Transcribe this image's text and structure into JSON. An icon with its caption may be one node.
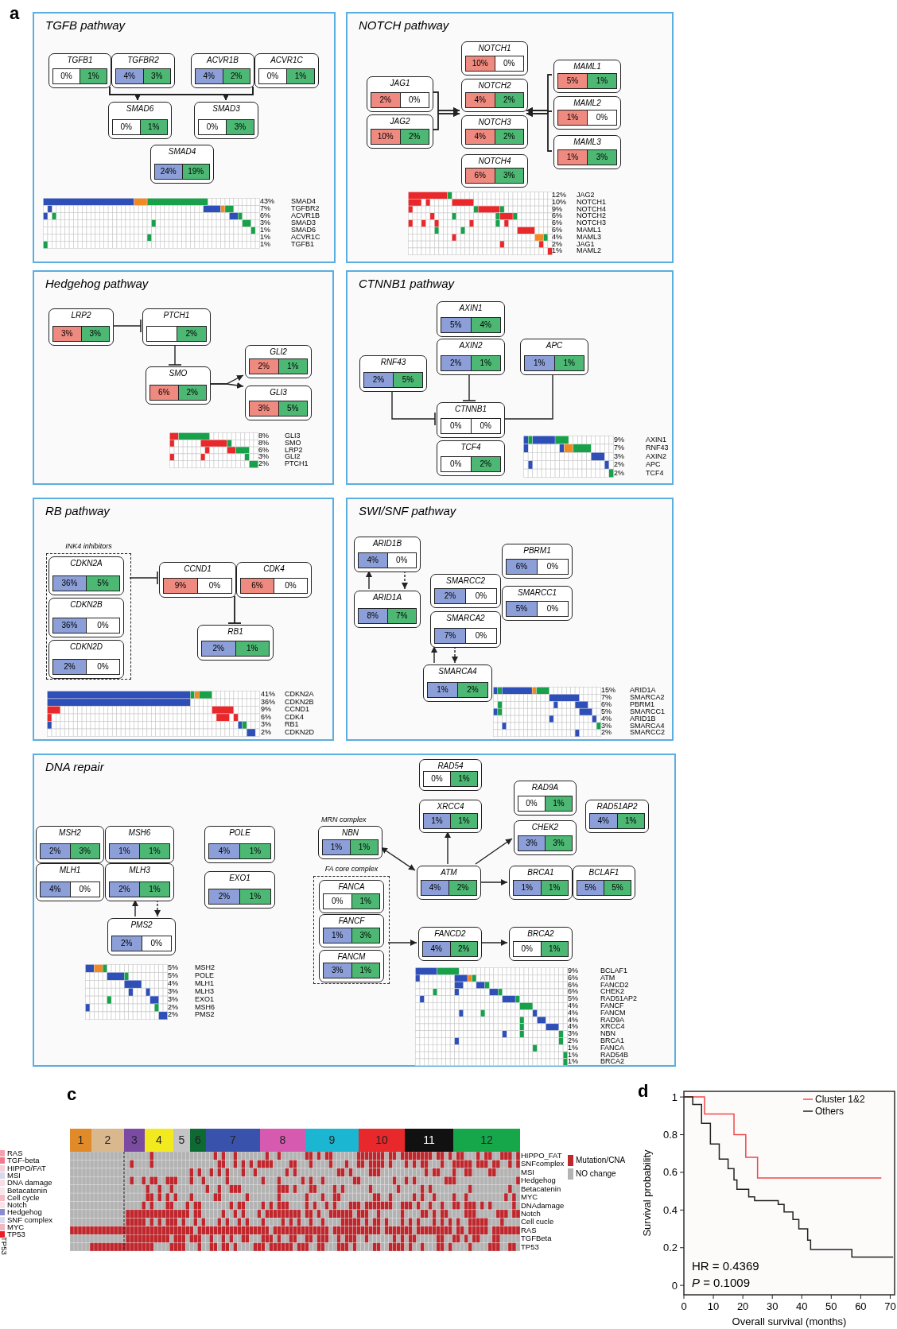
{
  "diagram": {
    "nodes": [
      {
        "text": [
          "TGFB pathway"
        ]
      },
      {
        "text": [
          "TGFB1",
          "0%",
          "1%"
        ],
        "in": 0
      },
      {
        "text": [
          "TGFBR2",
          "4%",
          "3%"
        ],
        "in": 0
      },
      {
        "text": [
          "ACVR1B",
          "4%",
          "2%"
        ],
        "in": 0
      },
      {
        "text": [
          "ACVR1C",
          "0%",
          "1%"
        ],
        "in": 0
      },
      {
        "text": [
          "SMAD6",
          "0%",
          "1%"
        ],
        "in": 0
      },
      {
        "text": [
          "SMAD3",
          "0%",
          "3%"
        ],
        "in": 0
      },
      {
        "text": [
          "SMAD4",
          "24%",
          "19%"
        ],
        "in": 0
      },
      {
        "text": [
          "NOTCH pathway"
        ]
      },
      {
        "text": [
          "NOTCH1",
          "10%",
          "0%"
        ],
        "in": 8
      },
      {
        "text": [
          "MAML1",
          "5%",
          "1%"
        ],
        "in": 8
      },
      {
        "text": [
          "JAG1",
          "2%",
          "0%"
        ],
        "in": 8
      },
      {
        "text": [
          "NOTCH2",
          "4%",
          "2%"
        ],
        "in": 8
      },
      {
        "text": [
          "MAML2",
          "1%",
          "0%"
        ],
        "in": 8
      },
      {
        "text": [
          "JAG2",
          "10%",
          "2%"
        ],
        "in": 8
      },
      {
        "text": [
          "NOTCH3",
          "4%",
          "2%"
        ],
        "in": 8
      },
      {
        "text": [
          "MAML3",
          "1%",
          "3%"
        ],
        "in": 8
      },
      {
        "text": [
          "NOTCH4",
          "6%",
          "3%"
        ],
        "in": 8
      },
      {
        "text": [
          "Hedgehog pathway"
        ]
      },
      {
        "text": [
          "LRP2",
          "3%",
          "3%"
        ],
        "in": 18
      },
      {
        "text": [
          "PTCH1",
          "2%"
        ],
        "in": 18
      },
      {
        "text": [
          "GLI2",
          "2%",
          "1%"
        ],
        "in": 18
      },
      {
        "text": [
          "SMO",
          "6%",
          "2%"
        ],
        "in": 18
      },
      {
        "text": [
          "GLI3",
          "3%",
          "5%"
        ],
        "in": 18
      },
      {
        "text": [
          "CTNNB1 pathway"
        ]
      },
      {
        "text": [
          "AXIN1",
          "5%",
          "4%"
        ],
        "in": 24
      },
      {
        "text": [
          "AXIN2",
          "2%",
          "1%"
        ],
        "in": 24
      },
      {
        "text": [
          "APC",
          "1%",
          "1%"
        ],
        "in": 24
      },
      {
        "text": [
          "RNF43",
          "2%",
          "5%"
        ],
        "in": 24
      },
      {
        "text": [
          "CTNNB1",
          "0%",
          "0%"
        ],
        "in": 24
      },
      {
        "text": [
          "TCF4",
          "0%",
          "2%"
        ],
        "in": 24
      },
      {
        "text": [
          "RB pathway"
        ]
      },
      {
        "text": [
          "INK4 inhibitors"
        ],
        "in": 31
      },
      {
        "text": [
          "CDKN2A",
          "36%",
          "5%"
        ],
        "in": 32
      },
      {
        "text": [
          "CCND1",
          "9%",
          "0%"
        ],
        "in": 31
      },
      {
        "text": [
          "CDK4",
          "6%",
          "0%"
        ],
        "in": 31
      },
      {
        "text": [
          "CDKN2B",
          "36%",
          "0%"
        ],
        "in": 32
      },
      {
        "text": [
          "RB1",
          "2%",
          "1%"
        ],
        "in": 31
      },
      {
        "text": [
          "CDKN2D",
          "2%",
          "0%"
        ],
        "in": 32
      },
      {
        "text": [
          "SWI/SNF pathway"
        ]
      },
      {
        "text": [
          "ARID1B",
          "4%",
          "0%"
        ],
        "in": 39
      },
      {
        "text": [
          "PBRM1",
          "6%",
          "0%"
        ],
        "in": 39
      },
      {
        "text": [
          "SMARCC2",
          "2%",
          "0%"
        ],
        "in": 39
      },
      {
        "text": [
          "ARID1A",
          "8%",
          "7%"
        ],
        "in": 39
      },
      {
        "text": [
          "SMARCC1",
          "5%",
          "0%"
        ],
        "in": 39
      },
      {
        "text": [
          "SMARCA2",
          "7%",
          "0%"
        ],
        "in": 39
      },
      {
        "text": [
          "SMARCA4",
          "1%",
          "2%"
        ],
        "in": 39
      },
      {
        "text": [
          "DNA repair"
        ]
      },
      {
        "text": [
          "RAD54",
          "0%",
          "1%"
        ],
        "in": 47
      },
      {
        "text": [
          "RAD9A",
          "0%",
          "1%"
        ],
        "in": 47
      },
      {
        "text": [
          "XRCC4",
          "1%",
          "1%"
        ],
        "in": 47
      },
      {
        "text": [
          "RAD51AP2",
          "4%",
          "1%"
        ],
        "in": 47
      },
      {
        "text": [
          "NBN",
          "1%",
          "1%"
        ],
        "in": 47,
        "beside": [
          "MRN complex"
        ]
      },
      {
        "text": [
          "CHEK2",
          "3%",
          "3%"
        ],
        "in": 47
      },
      {
        "text": [
          "MSH2",
          "2%",
          "3%"
        ],
        "in": 47
      },
      {
        "text": [
          "MSH6",
          "1%",
          "1%"
        ],
        "in": 47
      },
      {
        "text": [
          "POLE",
          "4%",
          "1%"
        ],
        "in": 47
      },
      {
        "text": [
          "FA core complex"
        ],
        "in": 47
      },
      {
        "text": [
          "MLH1",
          "4%",
          "0%"
        ],
        "in": 47
      },
      {
        "text": [
          "MLH3",
          "2%",
          "1%"
        ],
        "in": 47
      },
      {
        "text": [
          "EXO1",
          "2%",
          "1%"
        ],
        "in": 47
      },
      {
        "text": [
          "ATM",
          "4%",
          "2%"
        ],
        "in": 47
      },
      {
        "text": [
          "BRCA1",
          "1%",
          "1%"
        ],
        "in": 47
      },
      {
        "text": [
          "BCLAF1",
          "5%",
          "5%"
        ],
        "in": 47
      },
      {
        "text": [
          "FANCA",
          "0%",
          "1%"
        ],
        "in": 57
      },
      {
        "text": [
          "FANCF",
          "1%",
          "3%"
        ],
        "in": 57
      },
      {
        "text": [
          "PMS2",
          "2%",
          "0%"
        ],
        "in": 47
      },
      {
        "text": [
          "FANCD2",
          "4%",
          "2%"
        ],
        "in": 47
      },
      {
        "text": [
          "BRCA2",
          "0%",
          "1%"
        ],
        "in": 47
      },
      {
        "text": [
          "FANCM",
          "3%",
          "1%"
        ],
        "in": 57
      }
    ],
    "edges": [
      {
        "from": 1,
        "to": 5,
        "arrow": "to"
      },
      {
        "from": 1,
        "to": 6,
        "arrow": "to"
      },
      {
        "from": 2,
        "to": 5,
        "arrow": "to"
      },
      {
        "from": 2,
        "to": 6,
        "arrow": "to"
      },
      {
        "from": 3,
        "to": 5,
        "arrow": "to"
      },
      {
        "from": 3,
        "to": 6,
        "arrow": "to"
      },
      {
        "from": 4,
        "to": 5,
        "arrow": "to"
      },
      {
        "from": 4,
        "to": 6,
        "arrow": "to"
      },
      {
        "from": 11,
        "to": 12,
        "arrow": "to"
      },
      {
        "from": 11,
        "to": 15,
        "arrow": "to"
      },
      {
        "from": 14,
        "to": 12,
        "arrow": "to"
      },
      {
        "from": 14,
        "to": 15,
        "arrow": "to"
      },
      {
        "from": 10,
        "to": 12,
        "arrow": "to"
      },
      {
        "from": 10,
        "to": 15,
        "arrow": "to"
      },
      {
        "from": 13,
        "to": 12,
        "arrow": "to"
      },
      {
        "from": 13,
        "to": 15,
        "arrow": "to"
      },
      {
        "from": 16,
        "to": 12,
        "arrow": "to"
      },
      {
        "from": 16,
        "to": 15,
        "arrow": "to"
      },
      {
        "from": 19,
        "to": 20,
        "arrow": "other"
      },
      {
        "from": 20,
        "to": 22,
        "arrow": "other"
      },
      {
        "from": 22,
        "to": 21,
        "arrow": "to"
      },
      {
        "from": 22,
        "to": 23,
        "arrow": "to"
      },
      {
        "from": 26,
        "to": 29,
        "arrow": "other"
      },
      {
        "from": 28,
        "to": 29,
        "arrow": "other"
      },
      {
        "from": 27,
        "to": 29,
        "arrow": "other"
      },
      {
        "from": 32,
        "to": 34,
        "arrow": "other"
      },
      {
        "from": 34,
        "to": 37,
        "arrow": "other"
      },
      {
        "from": 35,
        "to": 37,
        "arrow": "other"
      },
      {
        "from": 43,
        "to": 40,
        "arrow": "to"
      },
      {
        "from": 40,
        "to": 43,
        "arrow": "to",
        "style": "dashed"
      },
      {
        "from": 46,
        "to": 45,
        "arrow": "to"
      },
      {
        "from": 45,
        "to": 46,
        "arrow": "to",
        "style": "dashed"
      },
      {
        "from": 66,
        "to": 59,
        "arrow": "to"
      },
      {
        "from": 59,
        "to": 66,
        "arrow": "to",
        "style": "dashed"
      },
      {
        "from": 52,
        "to": 61,
        "arrow": "both"
      },
      {
        "from": 61,
        "to": 50,
        "arrow": "to"
      },
      {
        "from": 61,
        "to": 53,
        "arrow": "to"
      },
      {
        "from": 61,
        "to": 62,
        "arrow": "to"
      },
      {
        "from": 57,
        "to": 67,
        "arrow": "to"
      },
      {
        "from": 67,
        "to": 68,
        "arrow": "to"
      }
    ],
    "labels": [
      "a",
      "43%",
      "SMAD4",
      "7%",
      "TGFBR2",
      "6%",
      "ACVR1B",
      "3%",
      "SMAD3",
      "1%",
      "SMAD6",
      "1%",
      "ACVR1C",
      "1%",
      "TGFB1",
      "12%",
      "JAG2",
      "10%",
      "NOTCH1",
      "9%",
      "NOTCH4",
      "6%",
      "NOTCH2",
      "6%",
      "NOTCH3",
      "6%",
      "MAML1",
      "4%",
      "MAML3",
      "2%",
      "JAG1",
      "1%",
      "MAML2",
      "8%",
      "GLI3",
      "8%",
      "SMO",
      "6%",
      "LRP2",
      "3%",
      "GLI2",
      "2%",
      "PTCH1",
      "9%",
      "AXIN1",
      "7%",
      "RNF43",
      "3%",
      "AXIN2",
      "2%",
      "APC",
      "2%",
      "TCF4",
      "41%",
      "CDKN2A",
      "36%",
      "CDKN2B",
      "9%",
      "CCND1",
      "6%",
      "CDK4",
      "3%",
      "RB1",
      "2%",
      "CDKN2D",
      "15%",
      "ARID1A",
      "7%",
      "SMARCA2",
      "6%",
      "PBRM1",
      "5%",
      "SMARCC1",
      "4%",
      "ARID1B",
      "3%",
      "SMARCA4",
      "2%",
      "SMARCC2",
      "5%",
      "MSH2",
      "5%",
      "POLE",
      "4%",
      "MLH1",
      "3%",
      "MLH3",
      "3%",
      "EXO1",
      "2%",
      "MSH6",
      "2%",
      "PMS2",
      "9%",
      "BCLAF1",
      "6%",
      "ATM",
      "6%",
      "FANCD2",
      "6%",
      "CHEK2",
      "5%",
      "RAD51AP2",
      "4%",
      "FANCF",
      "4%",
      "FANCM",
      "4%",
      "RAD9A",
      "4%",
      "XRCC4",
      "3%",
      "NBN",
      "2%",
      "BRCA1",
      "1%",
      "FANCA",
      "1%",
      "RAD54B",
      "1%",
      "BRCA2",
      "c",
      "1",
      "2",
      "3",
      "4",
      "5",
      "6",
      "7",
      "8",
      "9",
      "10",
      "11",
      "12",
      "HIPPO_FAT",
      "SNFcomplex",
      "MSI",
      "Hedgehog",
      "Betacatenin",
      "MYC",
      "DNAdamage",
      "Notch",
      "Cell cucle",
      "RAS",
      "TGFBeta",
      "TP53",
      "TP53",
      "d"
    ],
    "legend": [
      {
        "text": "RAS",
        "color": "#f4a0ae"
      },
      {
        "text": "TGF-beta",
        "color": "#f07a8c"
      },
      {
        "text": "HIPPO/FAT",
        "color": "#f8d0d8"
      },
      {
        "text": "MSI",
        "color": "#d8d8ec"
      },
      {
        "text": "DNA damage",
        "color": "#f8dde2"
      },
      {
        "text": "Betacatenin",
        "color": "#fae6ea"
      },
      {
        "text": "Cell cycle",
        "color": "#f5bcc6"
      },
      {
        "text": "Notch",
        "color": "#fae3e7"
      },
      {
        "text": "Hedgehog",
        "color": "#8a8ad0"
      },
      {
        "text": "SNF complex",
        "color": "#dcdcf0"
      },
      {
        "text": "MYC",
        "color": "#f4b4c0"
      },
      {
        "text": "TP53",
        "color": "#ec1c24"
      },
      {
        "text": "Mutation/CNA",
        "color": "#c0272d"
      },
      {
        "text": "NO change",
        "color": "#b3b3b3"
      }
    ],
    "chart_data": {
      "type": "line",
      "xlabel": "Overall survival (months)",
      "ylabel": "Survival probability",
      "x": [
        0,
        3,
        3,
        6,
        6,
        7,
        7,
        9,
        9,
        12,
        12,
        15,
        15,
        17,
        17,
        18,
        18,
        21,
        21,
        22,
        22,
        24,
        24,
        25,
        25,
        32,
        32,
        34,
        34,
        37,
        37,
        39,
        39,
        42,
        42,
        43,
        43,
        57,
        57,
        67,
        71
      ],
      "series": [
        {
          "name": "Cluster 1&2",
          "color": "#f04848",
          "values": [
            1,
            1,
            1,
            1,
            1,
            1,
            0.91,
            0.91,
            0.91,
            0.91,
            0.91,
            0.91,
            0.91,
            0.91,
            0.8,
            0.8,
            0.8,
            0.8,
            0.68,
            0.68,
            0.68,
            0.68,
            0.68,
            0.68,
            0.57,
            0.57,
            0.57,
            0.57,
            0.57,
            0.57,
            0.57,
            0.57,
            0.57,
            0.57,
            0.57,
            0.57,
            0.57,
            0.57,
            0.57,
            0.57,
            null
          ]
        },
        {
          "name": "Others",
          "color": "#222222",
          "values": [
            1,
            1,
            0.96,
            0.96,
            0.86,
            0.86,
            0.86,
            0.86,
            0.75,
            0.75,
            0.67,
            0.67,
            0.62,
            0.62,
            0.56,
            0.56,
            0.51,
            0.51,
            0.51,
            0.51,
            0.47,
            0.47,
            0.45,
            0.45,
            0.45,
            0.45,
            0.43,
            0.43,
            0.39,
            0.39,
            0.35,
            0.35,
            0.3,
            0.3,
            0.24,
            0.24,
            0.19,
            0.19,
            0.15,
            0.15,
            0.15
          ]
        }
      ],
      "legend": "upper right",
      "xlim": [
        0,
        71.5
      ],
      "ylim": [
        -0.05,
        1.03
      ],
      "xticks": [
        0,
        10,
        20,
        30,
        40,
        50,
        60,
        70
      ],
      "yticks": [
        0,
        0.2,
        0.4,
        0.6,
        0.8,
        1
      ],
      "annotations": [
        "HR = 0.4369",
        "*P* = 0.1009"
      ]
    }
  }
}
